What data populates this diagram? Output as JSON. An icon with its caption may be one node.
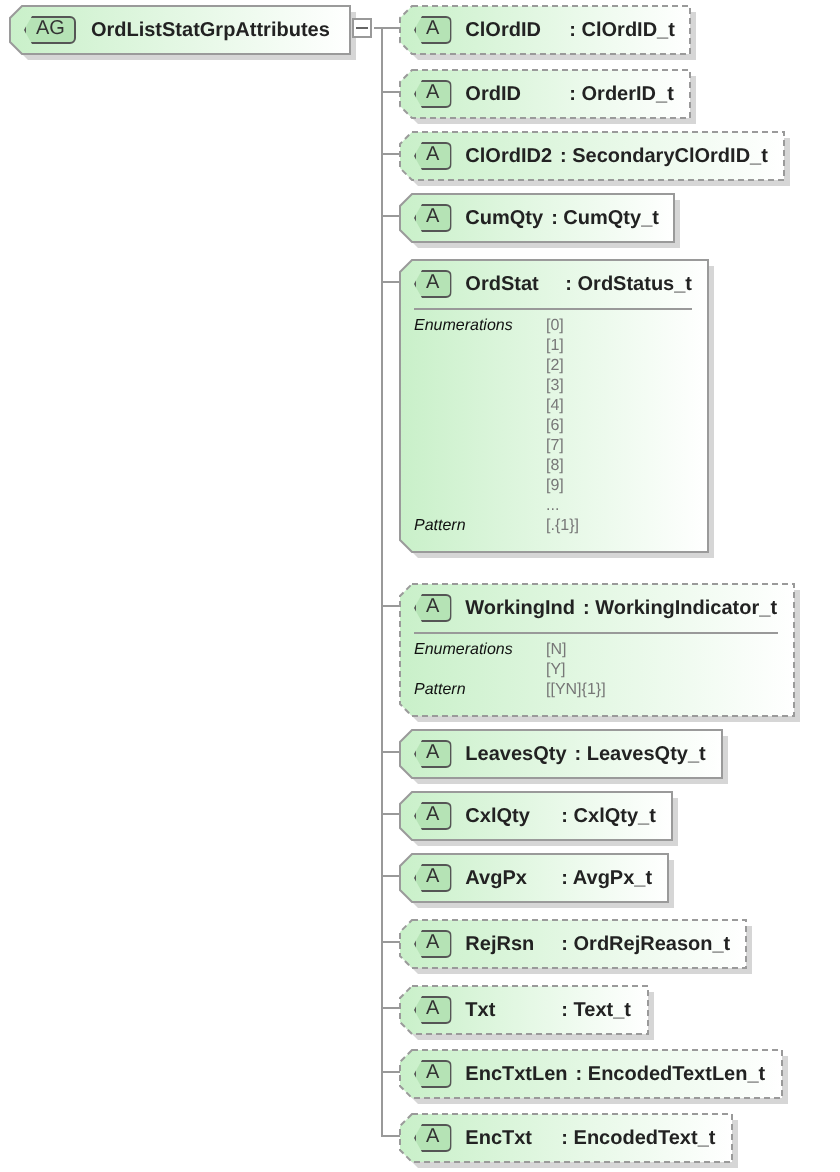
{
  "diagram": {
    "nodes": [
      {
        "text": [
          "AG",
          "OrdListStatGrpAttributes"
        ]
      },
      {
        "text": [
          "A",
          "ClOrdID",
          ": ClOrdID_t"
        ]
      },
      {
        "text": [
          "A",
          "OrdID",
          ": OrderID_t"
        ]
      },
      {
        "text": [
          "A",
          "ClOrdID2",
          ": SecondaryClOrdID_t"
        ]
      },
      {
        "text": [
          "A",
          "CumQty",
          ": CumQty_t"
        ]
      },
      {
        "text": [
          "A",
          "OrdStat",
          ": OrdStatus_t",
          "Enumerations",
          "[0] [1] [2] [3] [4] [6] [7] [8] [9] ...",
          "Pattern",
          "[.{1}]"
        ]
      },
      {
        "text": [
          "A",
          "WorkingInd",
          ": WorkingIndicator_t",
          "Enumerations",
          "[N] [Y]",
          "Pattern",
          "[[YN]{1}]"
        ]
      },
      {
        "text": [
          "A",
          "LeavesQty",
          ": LeavesQty_t"
        ]
      },
      {
        "text": [
          "A",
          "CxlQty",
          ": CxlQty_t"
        ]
      },
      {
        "text": [
          "A",
          "AvgPx",
          ": AvgPx_t"
        ]
      },
      {
        "text": [
          "A",
          "RejRsn",
          ": OrdRejReason_t"
        ]
      },
      {
        "text": [
          "A",
          "Txt",
          ": Text_t"
        ]
      },
      {
        "text": [
          "A",
          "EncTxtLen",
          ": EncodedTextLen_t"
        ]
      },
      {
        "text": [
          "A",
          "EncTxt",
          ": EncodedText_t"
        ]
      }
    ],
    "edges": [
      {
        "from": 0,
        "to": 1,
        "arrow": "none"
      },
      {
        "from": 0,
        "to": 2,
        "arrow": "none"
      },
      {
        "from": 0,
        "to": 3,
        "arrow": "none"
      },
      {
        "from": 0,
        "to": 4,
        "arrow": "none"
      },
      {
        "from": 0,
        "to": 5,
        "arrow": "none"
      },
      {
        "from": 0,
        "to": 6,
        "arrow": "none"
      },
      {
        "from": 0,
        "to": 7,
        "arrow": "none"
      },
      {
        "from": 0,
        "to": 8,
        "arrow": "none"
      },
      {
        "from": 0,
        "to": 9,
        "arrow": "none"
      },
      {
        "from": 0,
        "to": 10,
        "arrow": "none"
      },
      {
        "from": 0,
        "to": 11,
        "arrow": "none"
      },
      {
        "from": 0,
        "to": 12,
        "arrow": "none"
      },
      {
        "from": 0,
        "to": 13,
        "arrow": "none"
      }
    ]
  }
}
